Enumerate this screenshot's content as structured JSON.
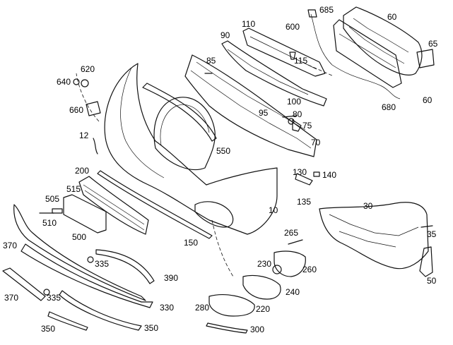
{
  "labels": {
    "p685": "685",
    "p60a": "60",
    "p110": "110",
    "p600": "600",
    "p90": "90",
    "p65": "65",
    "p620": "620",
    "p640": "640",
    "p85": "85",
    "p115": "115",
    "p60b": "60",
    "p100": "100",
    "p660": "660",
    "p95": "95",
    "p80": "80",
    "p680": "680",
    "p75": "75",
    "p12": "12",
    "p70": "70",
    "p550": "550",
    "p200": "200",
    "p130": "130",
    "p140": "140",
    "p505": "505",
    "p515": "515",
    "p30": "30",
    "p135": "135",
    "p10": "10",
    "p510": "510",
    "p500": "500",
    "p35": "35",
    "p265": "265",
    "p370a": "370",
    "p150": "150",
    "p335a": "335",
    "p230": "230",
    "p260": "260",
    "p390": "390",
    "p50": "50",
    "p240": "240",
    "p370b": "370",
    "p335b": "335",
    "p280": "280",
    "p330": "330",
    "p220": "220",
    "p350a": "350",
    "p350b": "350",
    "p300": "300"
  }
}
